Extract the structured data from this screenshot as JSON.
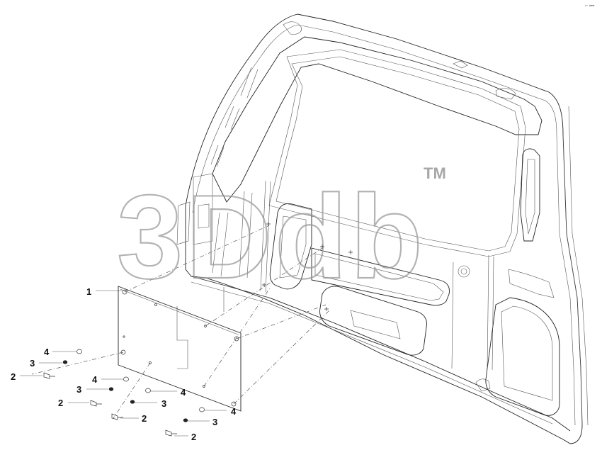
{
  "diagram": {
    "watermark": "3Ddb",
    "trademark": "TM",
    "corner_mark": "⌐ ▪▪▪",
    "callouts": [
      "1",
      "2",
      "3",
      "4"
    ]
  },
  "labels": [
    {
      "id": "1",
      "text": "1"
    },
    {
      "id": "4a",
      "text": "4"
    },
    {
      "id": "3a",
      "text": "3"
    },
    {
      "id": "2a",
      "text": "2"
    },
    {
      "id": "4b",
      "text": "4"
    },
    {
      "id": "3b",
      "text": "3"
    },
    {
      "id": "2b",
      "text": "2"
    },
    {
      "id": "4c",
      "text": "4"
    },
    {
      "id": "3c",
      "text": "3"
    },
    {
      "id": "2c",
      "text": "2"
    },
    {
      "id": "4d",
      "text": "4"
    },
    {
      "id": "3d",
      "text": "3"
    },
    {
      "id": "2d",
      "text": "2"
    }
  ]
}
